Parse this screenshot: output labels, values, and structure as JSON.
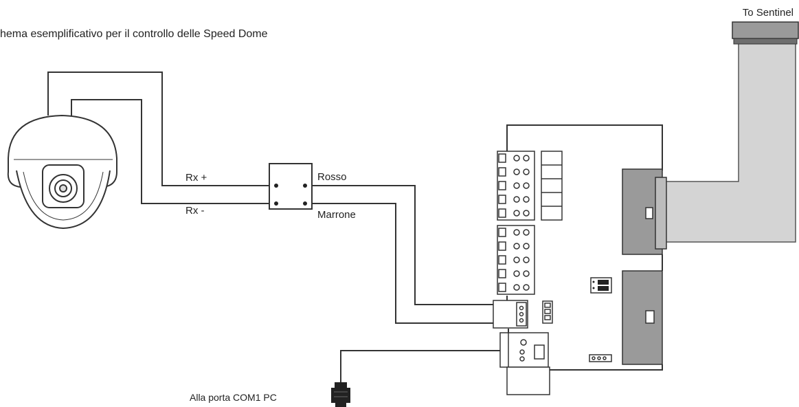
{
  "title": "hema esemplificativo per il controllo delle Speed Dome",
  "labels": {
    "to_sentinel": "To Sentinel",
    "rx_plus": "Rx +",
    "rx_minus": "Rx -",
    "rosso": "Rosso",
    "marrone": "Marrone",
    "com_port": "Alla porta COM1 PC"
  },
  "colors": {
    "wire": "#333333",
    "board_connector": "#9a9a9a",
    "ribbon": "#d4d4d4",
    "ribbon_edge": "#555555"
  }
}
